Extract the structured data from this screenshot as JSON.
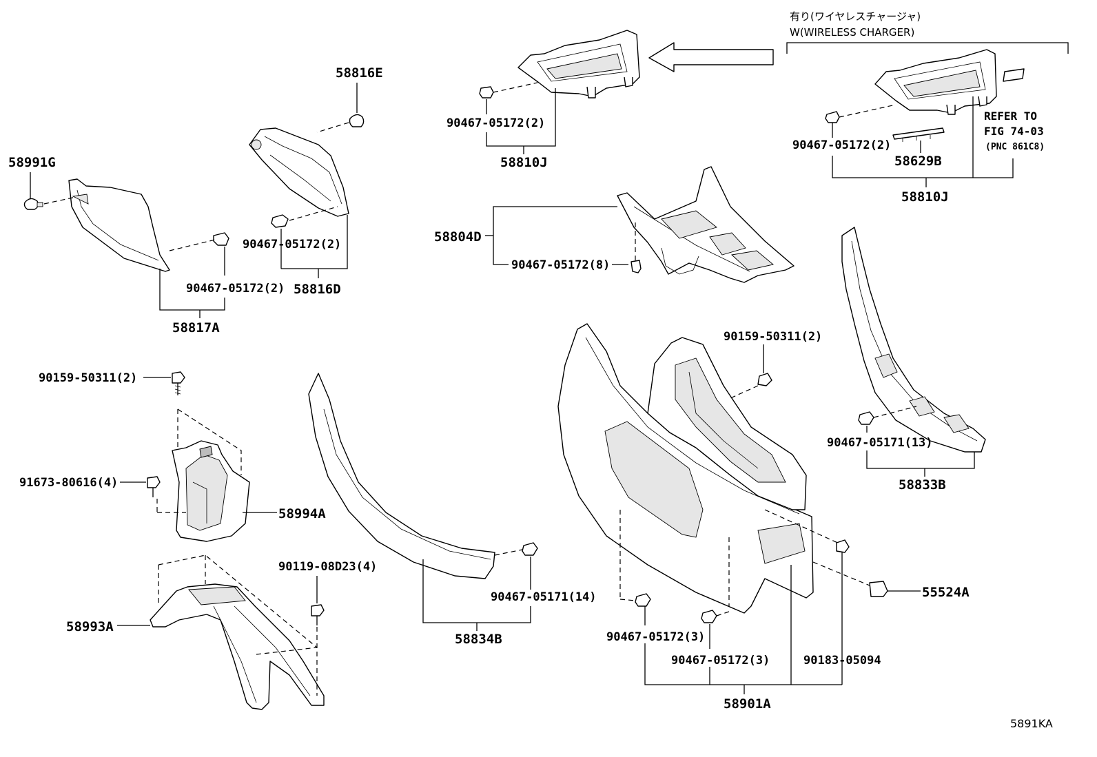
{
  "diagram_code": "5891KA",
  "wireless_charger": {
    "label_jp": "有り(ワイヤレスチャージャ)",
    "label_en": "W(WIRELESS CHARGER)"
  },
  "refer": {
    "line1": "REFER TO",
    "line2": "FIG 74-03",
    "line3": "(PNC 861C8)"
  },
  "labels": {
    "p58816E": "58816E",
    "p58991G": "58991G",
    "p90467_05172_2_a": "90467-05172(2)",
    "p90467_05172_2_b": "90467-05172(2)",
    "p58816D": "58816D",
    "p58817A": "58817A",
    "p90467_05172_2_c": "90467-05172(2)",
    "p58810J_a": "58810J",
    "p58804D": "58804D",
    "p90467_05172_8": "90467-05172(8)",
    "p90467_05172_2_d": "90467-05172(2)",
    "p58629B": "58629B",
    "p58810J_b": "58810J",
    "p90159_50311_2_a": "90159-50311(2)",
    "p91673_80616_4": "91673-80616(4)",
    "p58994A": "58994A",
    "p90119_08D23_4": "90119-08D23(4)",
    "p58993A": "58993A",
    "p90467_05171_14": "90467-05171(14)",
    "p58834B": "58834B",
    "p90159_50311_2_b": "90159-50311(2)",
    "p90467_05171_13": "90467-05171(13)",
    "p58833B": "58833B",
    "p55524A": "55524A",
    "p90467_05172_3_a": "90467-05172(3)",
    "p90467_05172_3_b": "90467-05172(3)",
    "p90183_05094": "90183-05094",
    "p58901A": "58901A"
  }
}
